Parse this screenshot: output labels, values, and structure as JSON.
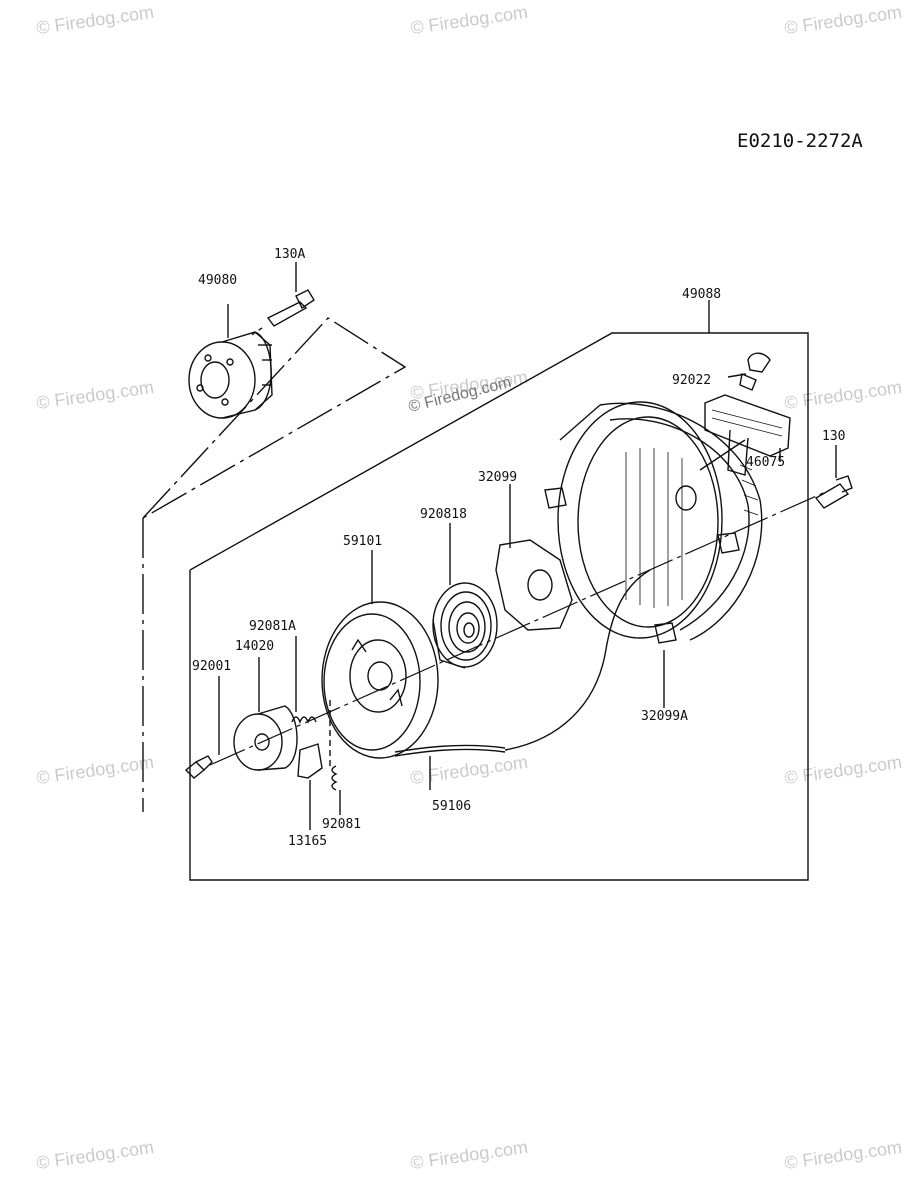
{
  "document": {
    "code": "E0210-2272A",
    "watermark": "© Firedog.com"
  },
  "parts": {
    "p130A": "130A",
    "p49080": "49080",
    "p49088": "49088",
    "p92022": "92022",
    "p130": "130",
    "p46075": "46075",
    "p32099": "32099",
    "p920818": "920818",
    "p59101": "59101",
    "p92081A": "92081A",
    "p14020": "14020",
    "p92001": "92001",
    "p32099A": "32099A",
    "p59106": "59106",
    "p92081": "92081",
    "p13165": "13165"
  }
}
